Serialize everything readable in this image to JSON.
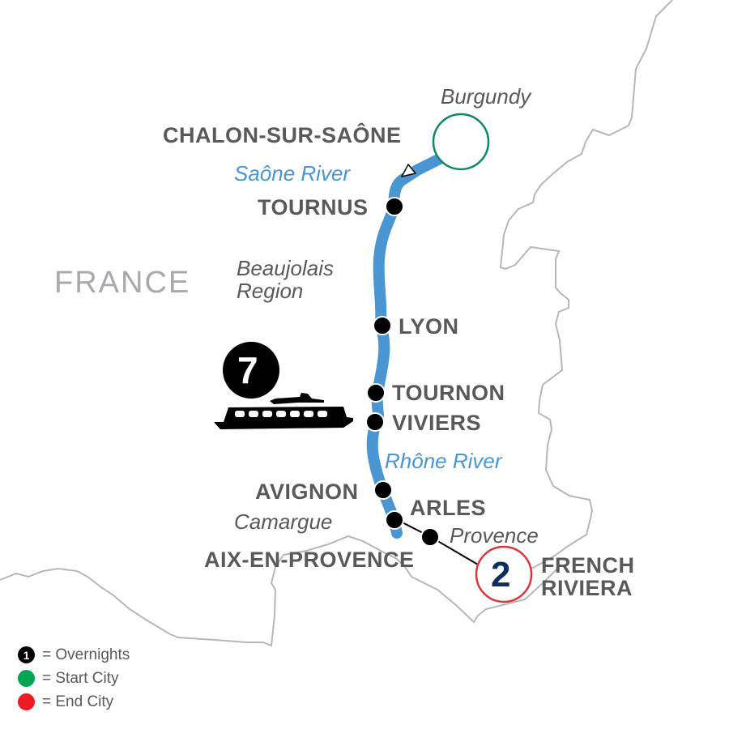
{
  "map": {
    "country_label": "FRANCE",
    "cities": [
      {
        "name": "CHALON-SUR-SAÔNE",
        "role": "start"
      },
      {
        "name": "TOURNUS"
      },
      {
        "name": "LYON"
      },
      {
        "name": "TOURNON"
      },
      {
        "name": "VIVIERS"
      },
      {
        "name": "AVIGNON"
      },
      {
        "name": "ARLES"
      },
      {
        "name": "AIX-EN-PROVENCE"
      },
      {
        "name": "FRENCH",
        "name_line2": "RIVIERA",
        "role": "end"
      }
    ],
    "regions": [
      {
        "name": "Burgundy"
      },
      {
        "name": "Beaujolais",
        "name_line2": "Region"
      },
      {
        "name": "Camargue"
      },
      {
        "name": "Provence"
      }
    ],
    "rivers": [
      {
        "name": "Saône River"
      },
      {
        "name": "Rhône River"
      }
    ],
    "overnights": {
      "ship": "7",
      "end_city": "2"
    },
    "colors": {
      "river": "#4a96d2",
      "start": "#0e8a5a",
      "end": "#d9363e",
      "end_number": "#0b2d5b",
      "border": "#b6b7b9",
      "city_text": "#58595b"
    }
  },
  "legend": {
    "items": [
      {
        "symbol": "1",
        "label": "= Overnights",
        "color": "#000000"
      },
      {
        "symbol": "",
        "label": "= Start City",
        "color": "#00a651"
      },
      {
        "symbol": "",
        "label": "= End City",
        "color": "#ed1c24"
      }
    ]
  }
}
